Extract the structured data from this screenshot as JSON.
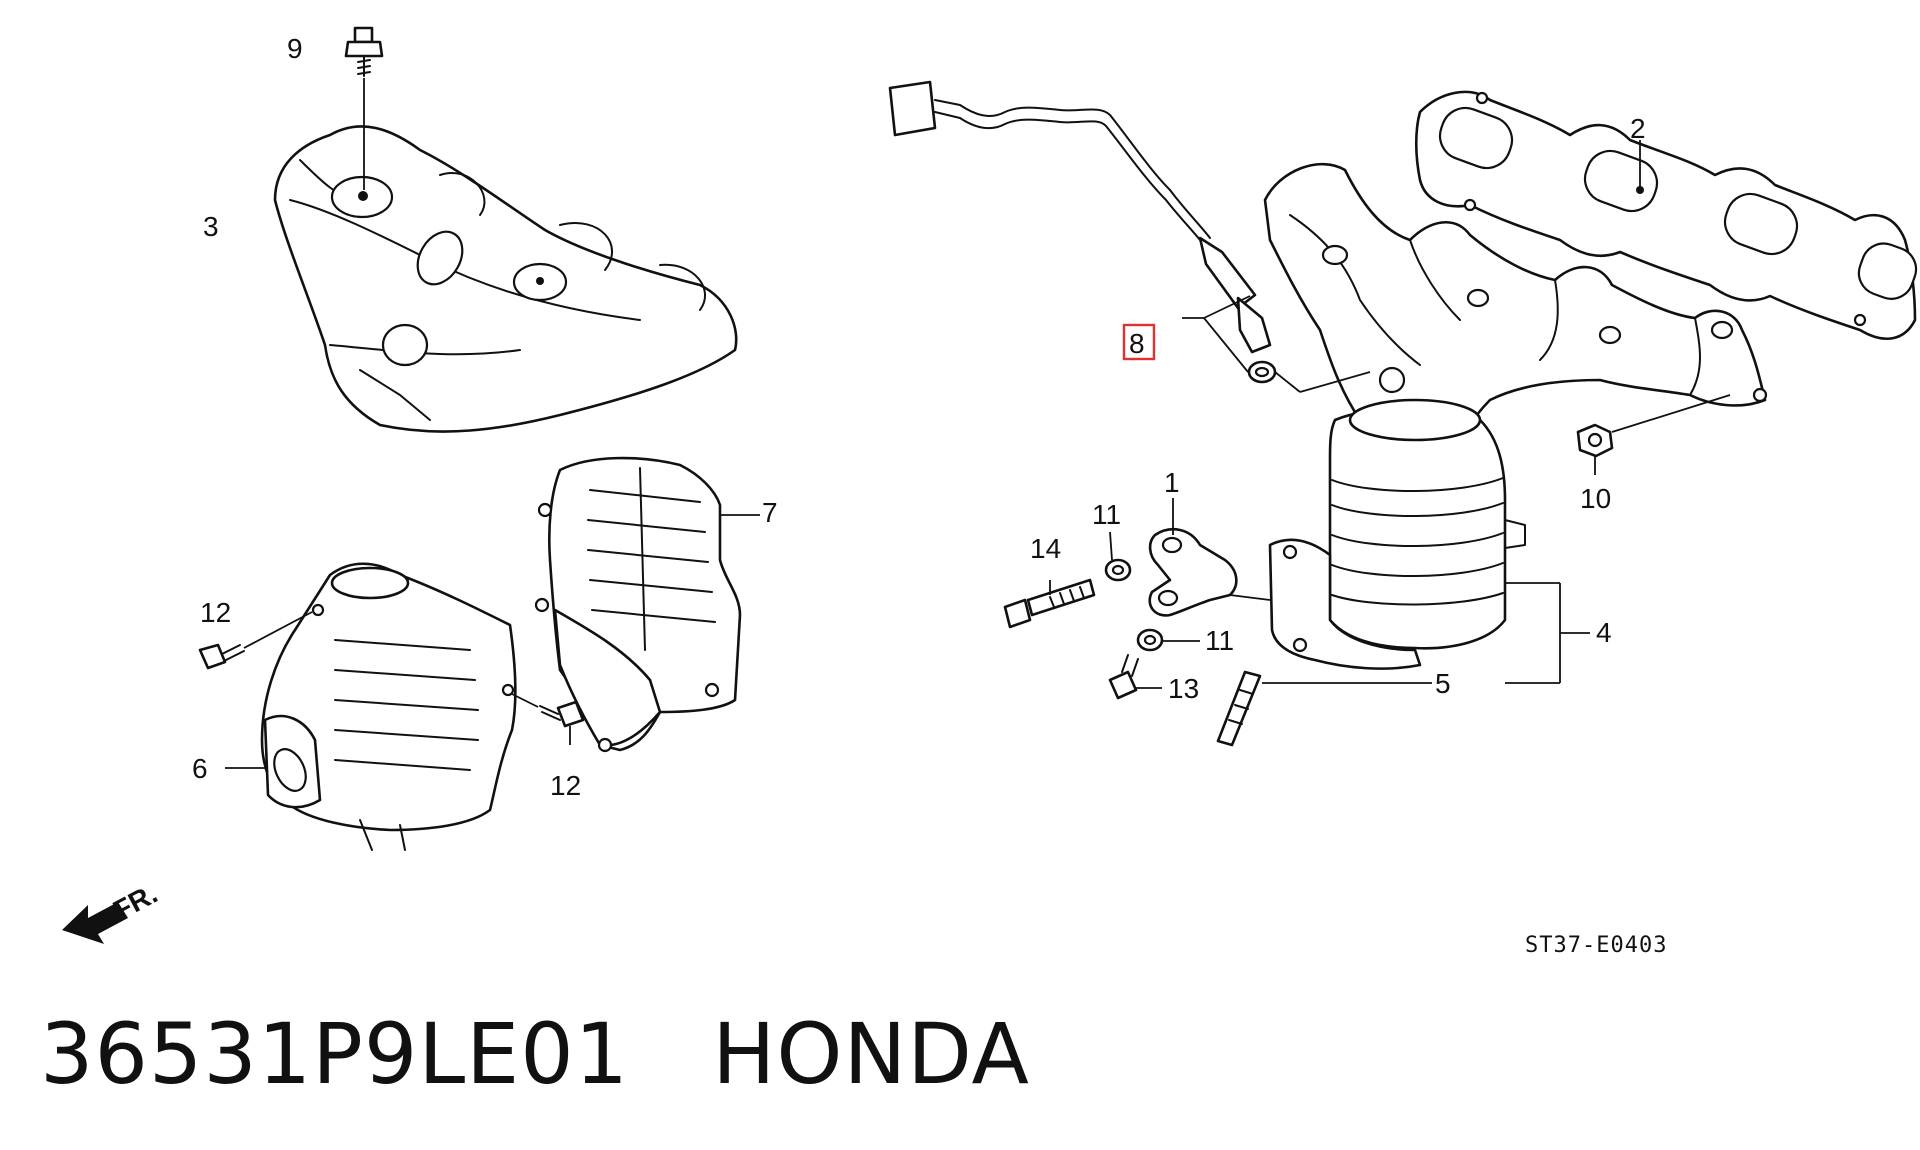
{
  "diagram": {
    "callouts": {
      "c1": "1",
      "c2": "2",
      "c3": "3",
      "c4": "4",
      "c5": "5",
      "c6": "6",
      "c7": "7",
      "c8": "8",
      "c9": "9",
      "c10": "10",
      "c11a": "11",
      "c11b": "11",
      "c12a": "12",
      "c12b": "12",
      "c13": "13",
      "c14": "14"
    },
    "highlighted_callout": "8",
    "highlight_color": "#e03030",
    "front_indicator": "FR.",
    "drawing_code": "ST37-E0403"
  },
  "footer": {
    "part_number": "36531P9LE01",
    "brand": "HONDA"
  }
}
